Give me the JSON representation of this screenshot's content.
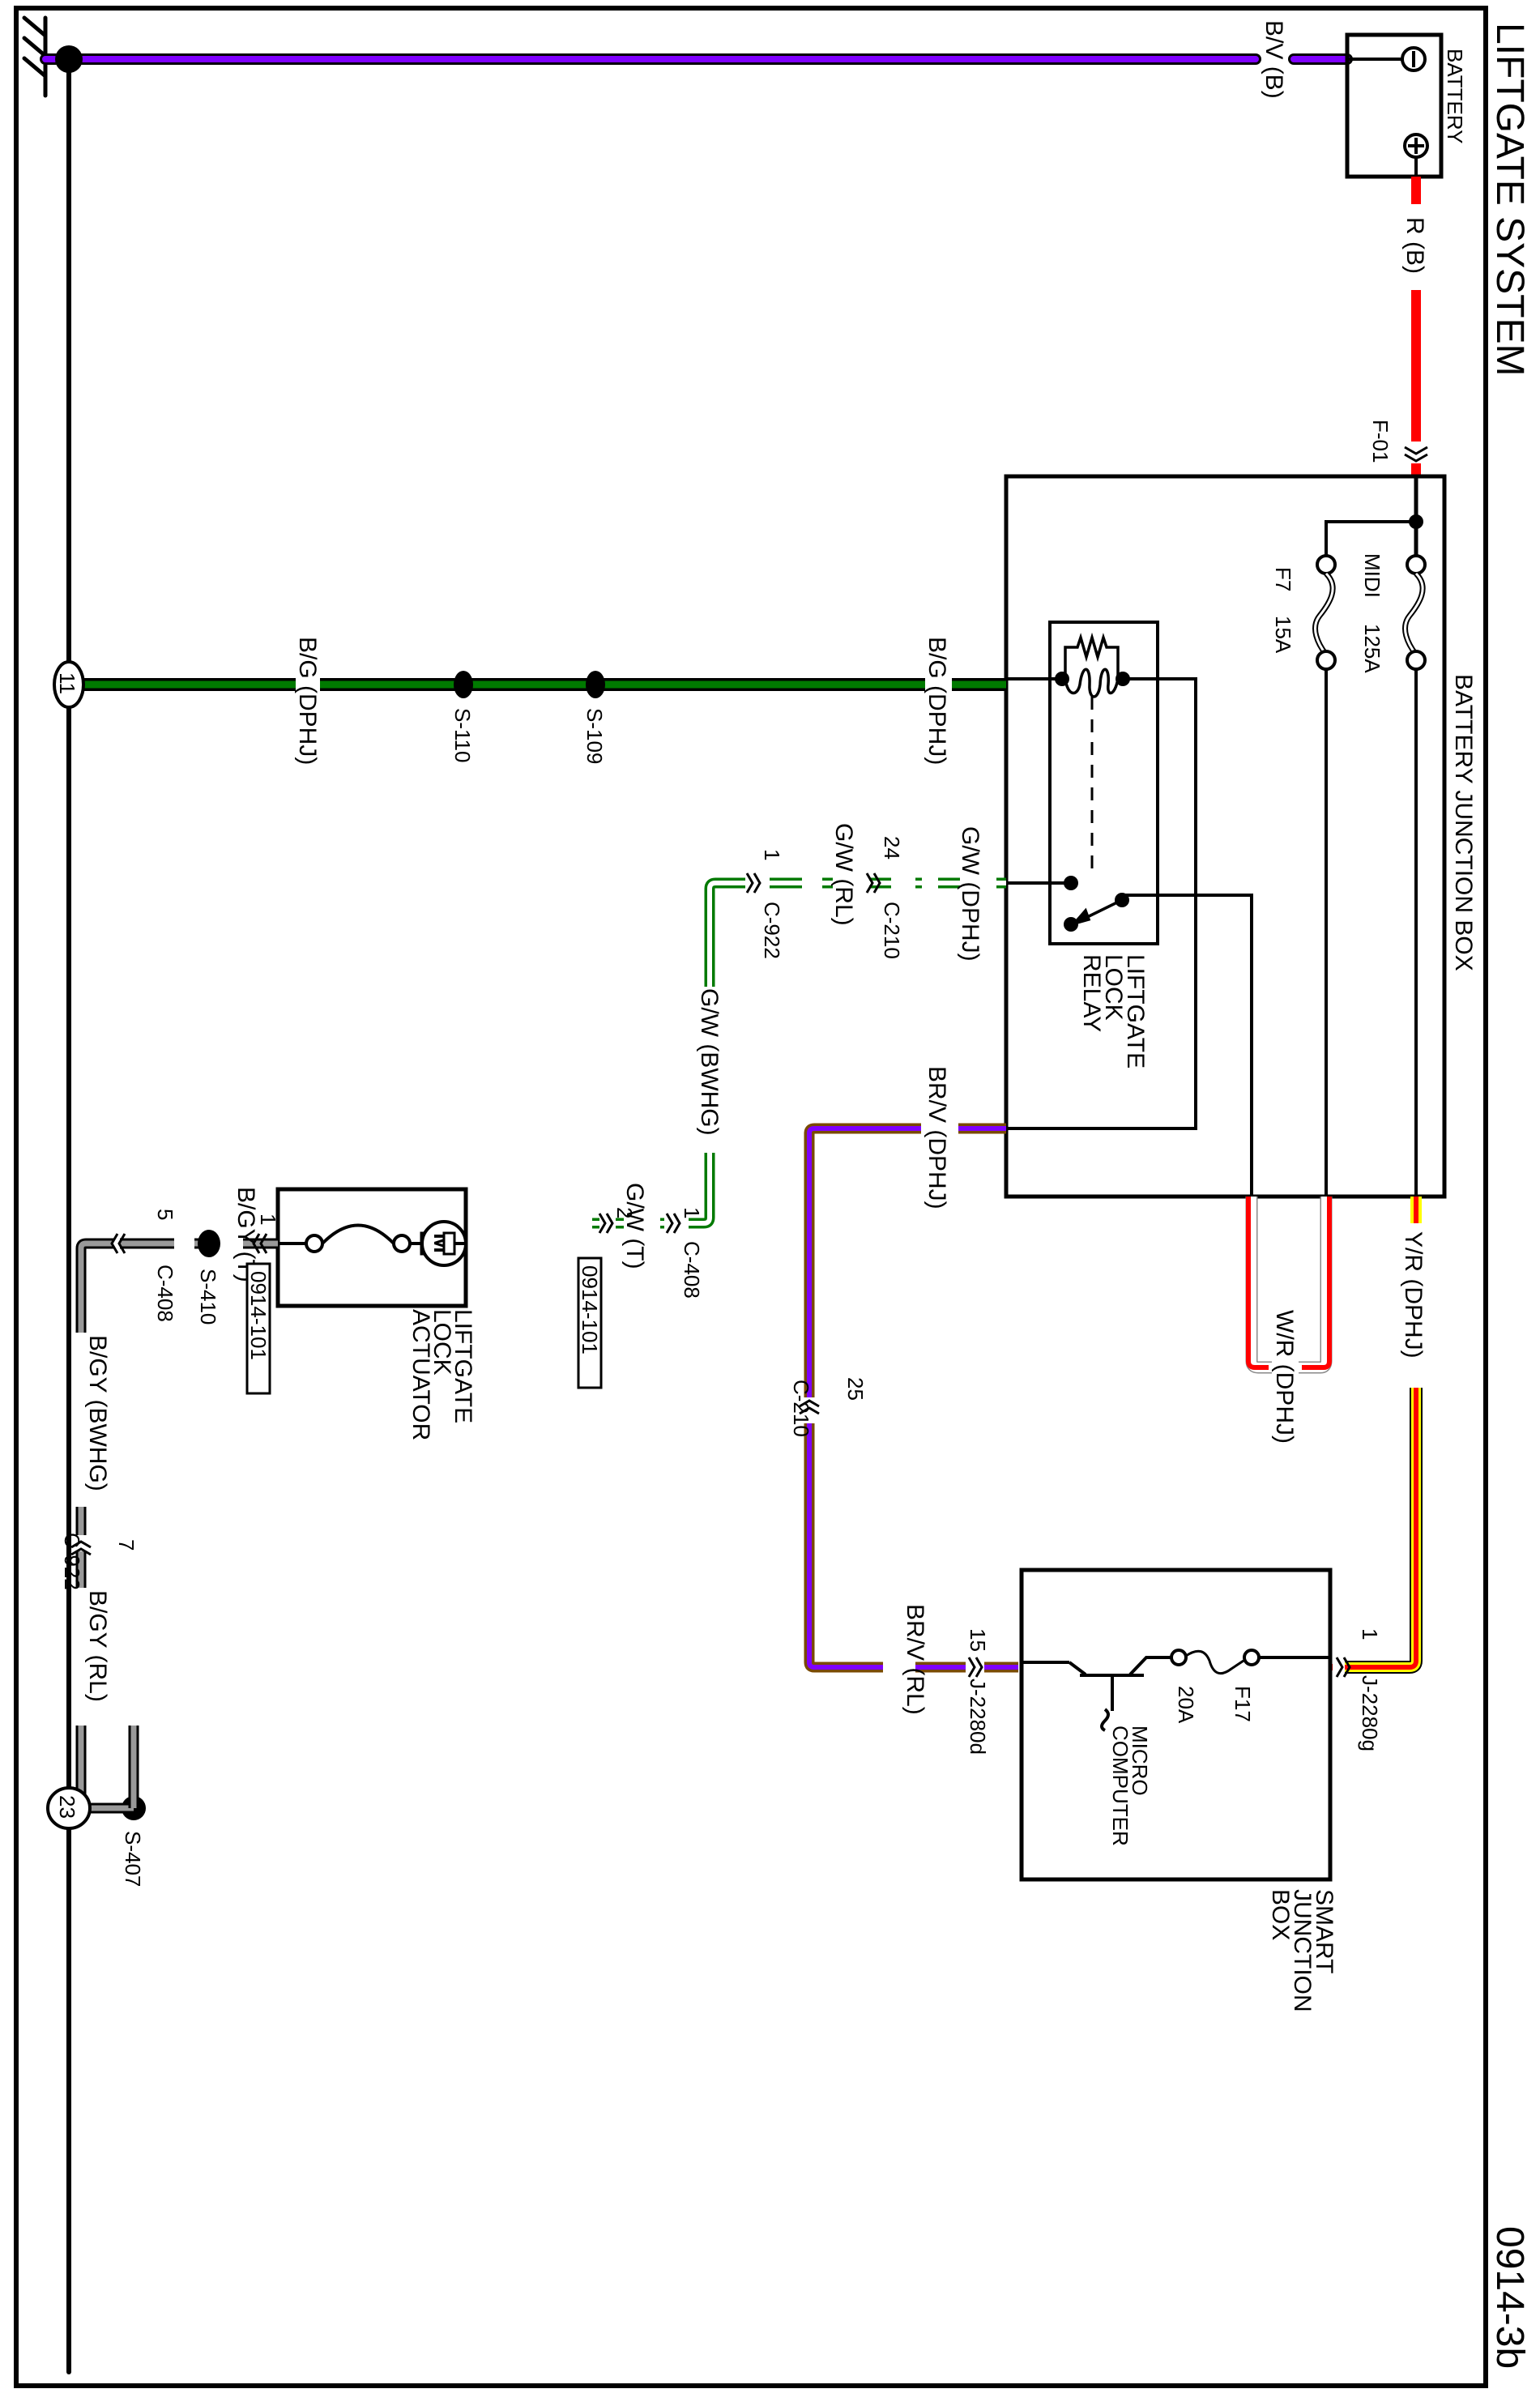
{
  "title": "LIFTGATE SYSTEM",
  "page_code": "0914-3b",
  "colors": {
    "violet": "#7f00ff",
    "green": "#007a00",
    "red": "#ff0000",
    "yellow": "#ffff00",
    "brown": "#7a4a00",
    "gray": "#999999",
    "black": "#000000"
  },
  "components": {
    "battery": {
      "label": "BATTERY",
      "neg_symbol": "⊖",
      "pos_symbol": "⊕"
    },
    "battery_junction_box": {
      "label": "BATTERY JUNCTION BOX"
    },
    "fuse_midi": {
      "name": "MIDI",
      "rating": "125A"
    },
    "fuse_f7": {
      "name": "F7",
      "rating": "15A"
    },
    "relay": {
      "label_lines": [
        "LIFTGATE",
        "LOCK",
        "RELAY"
      ]
    },
    "actuator": {
      "label_lines": [
        "LIFTGATE",
        "LOCK",
        "ACTUATOR"
      ],
      "motor_symbol": "M"
    },
    "smart_junction_box": {
      "label_lines": [
        "SMART",
        "JUNCTION",
        "BOX"
      ]
    },
    "fuse_f17": {
      "name": "F17",
      "rating": "20A"
    },
    "micro_computer": {
      "label_lines": [
        "MICRO",
        "COMPUTER"
      ]
    }
  },
  "wires": {
    "bv_b": "B/V (B)",
    "r_b": "R (B)",
    "bg_dphj_left": "B/G (DPHJ)",
    "bg_dphj_right": "B/G (DPHJ)",
    "gw_dphj": "G/W (DPHJ)",
    "gw_rl": "G/W (RL)",
    "gw_bwhg": "G/W (BWHG)",
    "gw_t": "G/W (T)",
    "brv_dphj": "BR/V (DPHJ)",
    "brv_rl": "BR/V (RL)",
    "wr_dphj": "W/R (DPHJ)",
    "yr_dphj": "Y/R (DPHJ)",
    "bgy_t": "B/GY (T)",
    "bgy_bwhg": "B/GY (BWHG)",
    "bgy_rl": "B/GY (RL)"
  },
  "connectors": {
    "f01": {
      "id": "F-01",
      "pin": ""
    },
    "c210_24": {
      "id": "C-210",
      "pin": "24"
    },
    "c922_1": {
      "id": "C-922",
      "pin": "1"
    },
    "c408_1": {
      "id": "C-408",
      "pin": "1"
    },
    "act_2": {
      "id": "",
      "pin": "2"
    },
    "act_1": {
      "id": "",
      "pin": "1"
    },
    "c408_5": {
      "id": "C-408",
      "pin": "5"
    },
    "c922_7": {
      "id": "C-922",
      "pin": "7"
    },
    "c210_25": {
      "id": "C-210",
      "pin": "25"
    },
    "j2280d_15": {
      "id": "J-2280d",
      "pin": "15"
    },
    "j2280g_1": {
      "id": "J-2280g",
      "pin": "1"
    }
  },
  "refs": {
    "act_pin2_ref": "0914-101",
    "act_pin1_ref": "0914-101"
  },
  "splices": {
    "s109": "S-109",
    "s110": "S-110",
    "s410": "S-410",
    "s407": "S-407"
  },
  "ground_points": {
    "g11": "11",
    "g23": "23"
  }
}
